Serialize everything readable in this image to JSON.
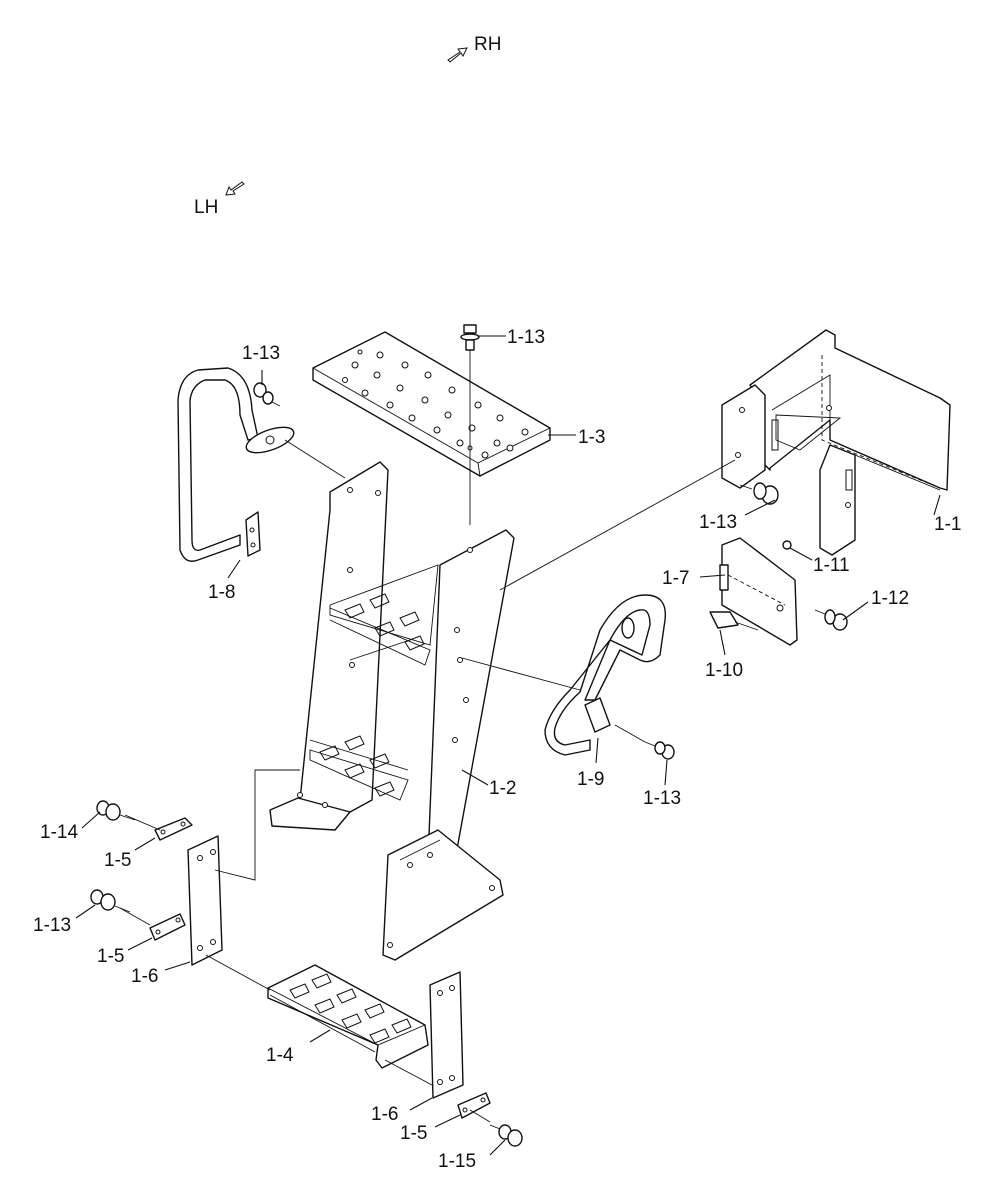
{
  "directions": {
    "rh": "RH",
    "lh": "LH"
  },
  "labels": {
    "p1_1": "1-1",
    "p1_2": "1-2",
    "p1_3": "1-3",
    "p1_4": "1-4",
    "p1_5a": "1-5",
    "p1_5b": "1-5",
    "p1_5c": "1-5",
    "p1_6a": "1-6",
    "p1_6b": "1-6",
    "p1_7": "1-7",
    "p1_8": "1-8",
    "p1_9": "1-9",
    "p1_10": "1-10",
    "p1_11": "1-11",
    "p1_12": "1-12",
    "p1_13a": "1-13",
    "p1_13b": "1-13",
    "p1_13c": "1-13",
    "p1_13d": "1-13",
    "p1_13e": "1-13",
    "p1_14": "1-14",
    "p1_15": "1-15"
  }
}
